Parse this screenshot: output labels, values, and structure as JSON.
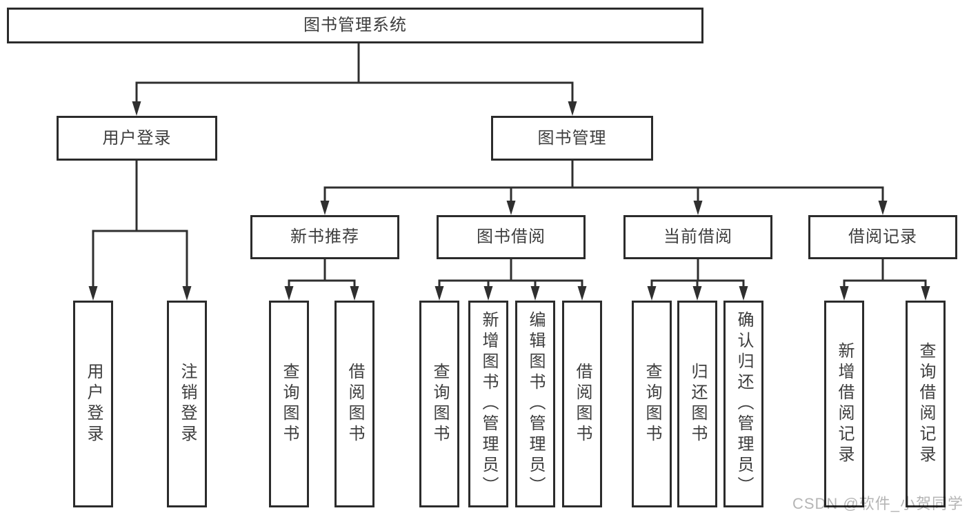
{
  "diagram": {
    "type": "hierarchy-tree",
    "root": "图书管理系统",
    "level2": {
      "user_login": "用户登录",
      "book_management": "图书管理"
    },
    "level3": {
      "new_book_recommend": "新书推荐",
      "book_borrow": "图书借阅",
      "current_borrow": "当前借阅",
      "borrow_records": "借阅记录"
    },
    "leaves": {
      "user_login": [
        "用户登录",
        "注销登录"
      ],
      "new_book_recommend": [
        "查询图书",
        "借阅图书"
      ],
      "book_borrow": [
        "查询图书",
        "新增图书（管理员）",
        "编辑图书（管理员）",
        "借阅图书"
      ],
      "current_borrow": [
        "查询图书",
        "归还图书",
        "确认归还（管理员）"
      ],
      "borrow_records": [
        "新增借阅记录",
        "查询借阅记录"
      ]
    },
    "colors": {
      "line": "#2f2f2f",
      "border": "#2b2b2b",
      "text": "#3d3d3d",
      "background": "#ffffff"
    }
  },
  "watermark": {
    "text": "CSDN @软件_小贺同学",
    "color": "#a8a8a8"
  }
}
